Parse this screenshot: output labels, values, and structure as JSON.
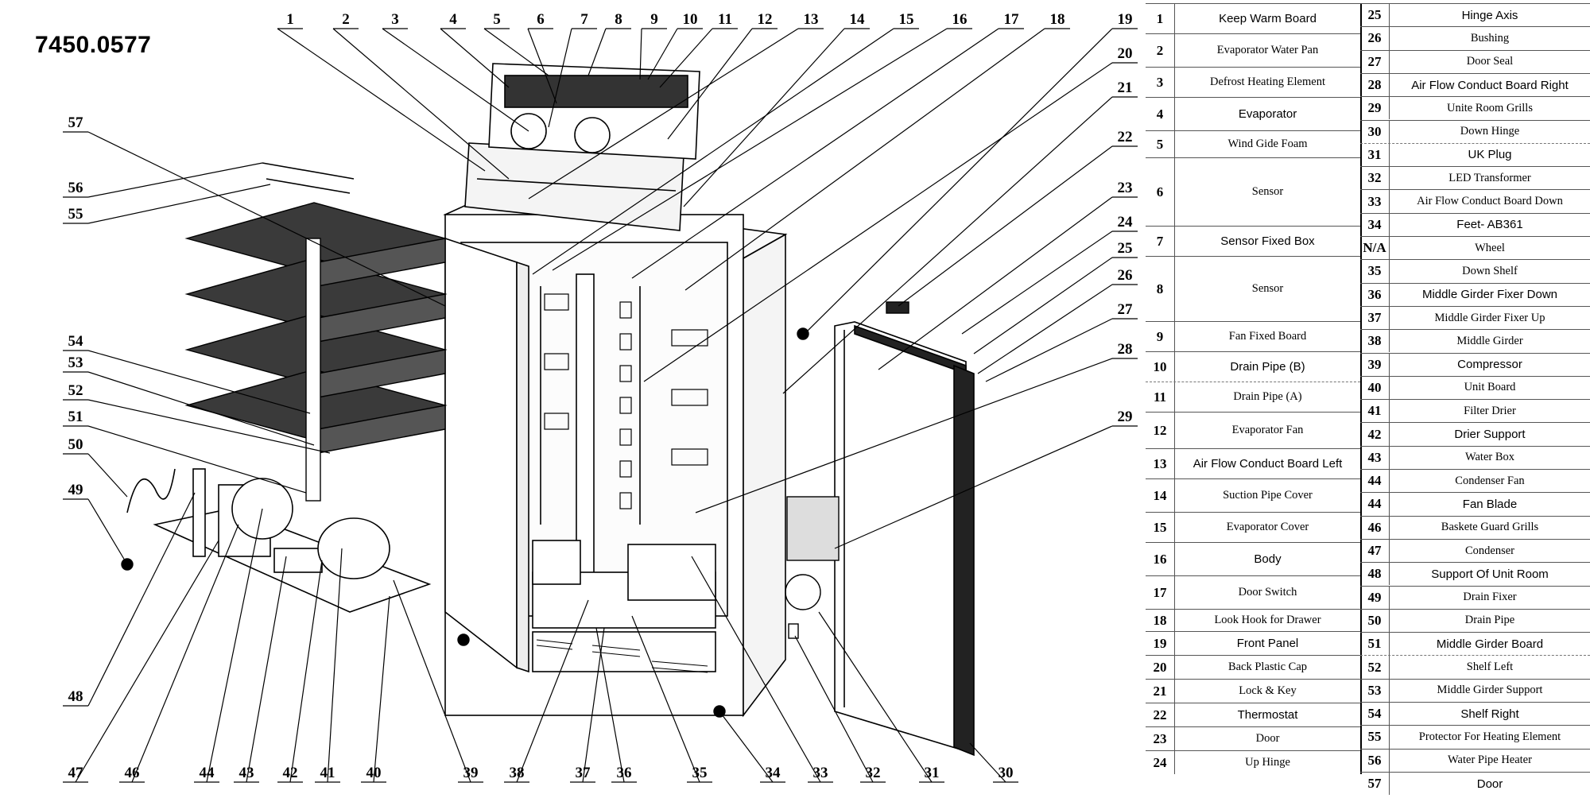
{
  "model_number": "7450.0577",
  "callouts": [
    "1",
    "2",
    "3",
    "4",
    "5",
    "6",
    "7",
    "8",
    "9",
    "10",
    "11",
    "12",
    "13",
    "14",
    "15",
    "16",
    "17",
    "18",
    "19",
    "20",
    "21",
    "22",
    "23",
    "24",
    "25",
    "26",
    "27",
    "28",
    "29",
    "30",
    "31",
    "32",
    "33",
    "34",
    "35",
    "36",
    "37",
    "38",
    "39",
    "40",
    "41",
    "42",
    "43",
    "44",
    "46",
    "47",
    "48",
    "49",
    "50",
    "51",
    "52",
    "53",
    "54",
    "55",
    "56",
    "57"
  ],
  "parts_left": [
    {
      "no": "1",
      "name": "Keep Warm Board"
    },
    {
      "no": "2",
      "name": "Evaporator Water Pan"
    },
    {
      "no": "3",
      "name": "Defrost Heating Element"
    },
    {
      "no": "4",
      "name": "Evaporator"
    },
    {
      "no": "5",
      "name": "Wind Gide Foam"
    },
    {
      "no": "6",
      "name": "Sensor"
    },
    {
      "no": "7",
      "name": "Sensor Fixed Box"
    },
    {
      "no": "8",
      "name": "Sensor"
    },
    {
      "no": "9",
      "name": "Fan Fixed Board"
    },
    {
      "no": "10",
      "name": "Drain Pipe (B)"
    },
    {
      "no": "11",
      "name": "Drain Pipe (A)"
    },
    {
      "no": "12",
      "name": "Evaporator Fan"
    },
    {
      "no": "13",
      "name": "Air Flow Conduct Board Left"
    },
    {
      "no": "14",
      "name": "Suction Pipe Cover"
    },
    {
      "no": "15",
      "name": "Evaporator Cover"
    },
    {
      "no": "16",
      "name": "Body"
    },
    {
      "no": "17",
      "name": "Door Switch"
    },
    {
      "no": "18",
      "name": "Look Hook for Drawer"
    },
    {
      "no": "19",
      "name": "Front Panel"
    },
    {
      "no": "20",
      "name": "Back Plastic Cap"
    },
    {
      "no": "21",
      "name": "Lock & Key"
    },
    {
      "no": "22",
      "name": "Thermostat"
    },
    {
      "no": "23",
      "name": "Door"
    },
    {
      "no": "24",
      "name": "Up Hinge"
    }
  ],
  "parts_right": [
    {
      "no": "25",
      "name": "Hinge Axis"
    },
    {
      "no": "26",
      "name": "Bushing"
    },
    {
      "no": "27",
      "name": "Door Seal"
    },
    {
      "no": "28",
      "name": "Air Flow Conduct Board Right"
    },
    {
      "no": "29",
      "name": "Unite Room Grills"
    },
    {
      "no": "30",
      "name": "Down Hinge"
    },
    {
      "no": "31",
      "name": "UK Plug"
    },
    {
      "no": "32",
      "name": "LED Transformer"
    },
    {
      "no": "33",
      "name": "Air Flow Conduct Board Down"
    },
    {
      "no": "34",
      "name": "Feet- AB361"
    },
    {
      "no": "N/A",
      "name": "Wheel"
    },
    {
      "no": "35",
      "name": "Down Shelf"
    },
    {
      "no": "36",
      "name": "Middle Girder Fixer Down"
    },
    {
      "no": "37",
      "name": "Middle Girder Fixer Up"
    },
    {
      "no": "38",
      "name": "Middle Girder"
    },
    {
      "no": "39",
      "name": "Compressor"
    },
    {
      "no": "40",
      "name": "Unit Board"
    },
    {
      "no": "41",
      "name": "Filter Drier"
    },
    {
      "no": "42",
      "name": "Drier Support"
    },
    {
      "no": "43",
      "name": "Water Box"
    },
    {
      "no": "44",
      "name": "Condenser Fan"
    },
    {
      "no": "44",
      "name": "Fan Blade"
    },
    {
      "no": "46",
      "name": "Baskete Guard Grills"
    },
    {
      "no": "47",
      "name": "Condenser"
    },
    {
      "no": "48",
      "name": "Support Of Unit Room"
    },
    {
      "no": "49",
      "name": "Drain Fixer"
    },
    {
      "no": "50",
      "name": "Drain Pipe"
    },
    {
      "no": "51",
      "name": "Middle Girder Board"
    },
    {
      "no": "52",
      "name": "Shelf Left"
    },
    {
      "no": "53",
      "name": "Middle Girder Support"
    },
    {
      "no": "54",
      "name": "Shelf Right"
    },
    {
      "no": "55",
      "name": "Protector For Heating Element"
    },
    {
      "no": "56",
      "name": "Water Pipe Heater"
    },
    {
      "no": "57",
      "name": "Door"
    }
  ]
}
